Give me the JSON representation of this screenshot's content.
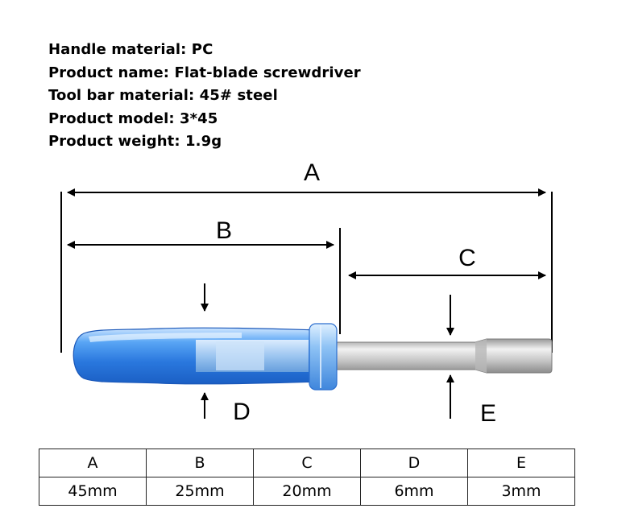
{
  "specs": [
    {
      "text": "Handle material: PC"
    },
    {
      "text": "Product name: Flat-blade screwdriver"
    },
    {
      "text": "Tool bar material: 45# steel"
    },
    {
      "text": "Product model: 3*45"
    },
    {
      "text": "Product weight: 1.9g"
    }
  ],
  "diagram": {
    "labels": {
      "A": "A",
      "B": "B",
      "C": "C",
      "D": "D",
      "E": "E"
    },
    "colors": {
      "handle": "#2f7fe0",
      "shaft": "#c8c8c8",
      "line": "#000000"
    }
  },
  "table": {
    "headers": [
      "A",
      "B",
      "C",
      "D",
      "E"
    ],
    "values": [
      "45mm",
      "25mm",
      "20mm",
      "6mm",
      "3mm"
    ]
  }
}
